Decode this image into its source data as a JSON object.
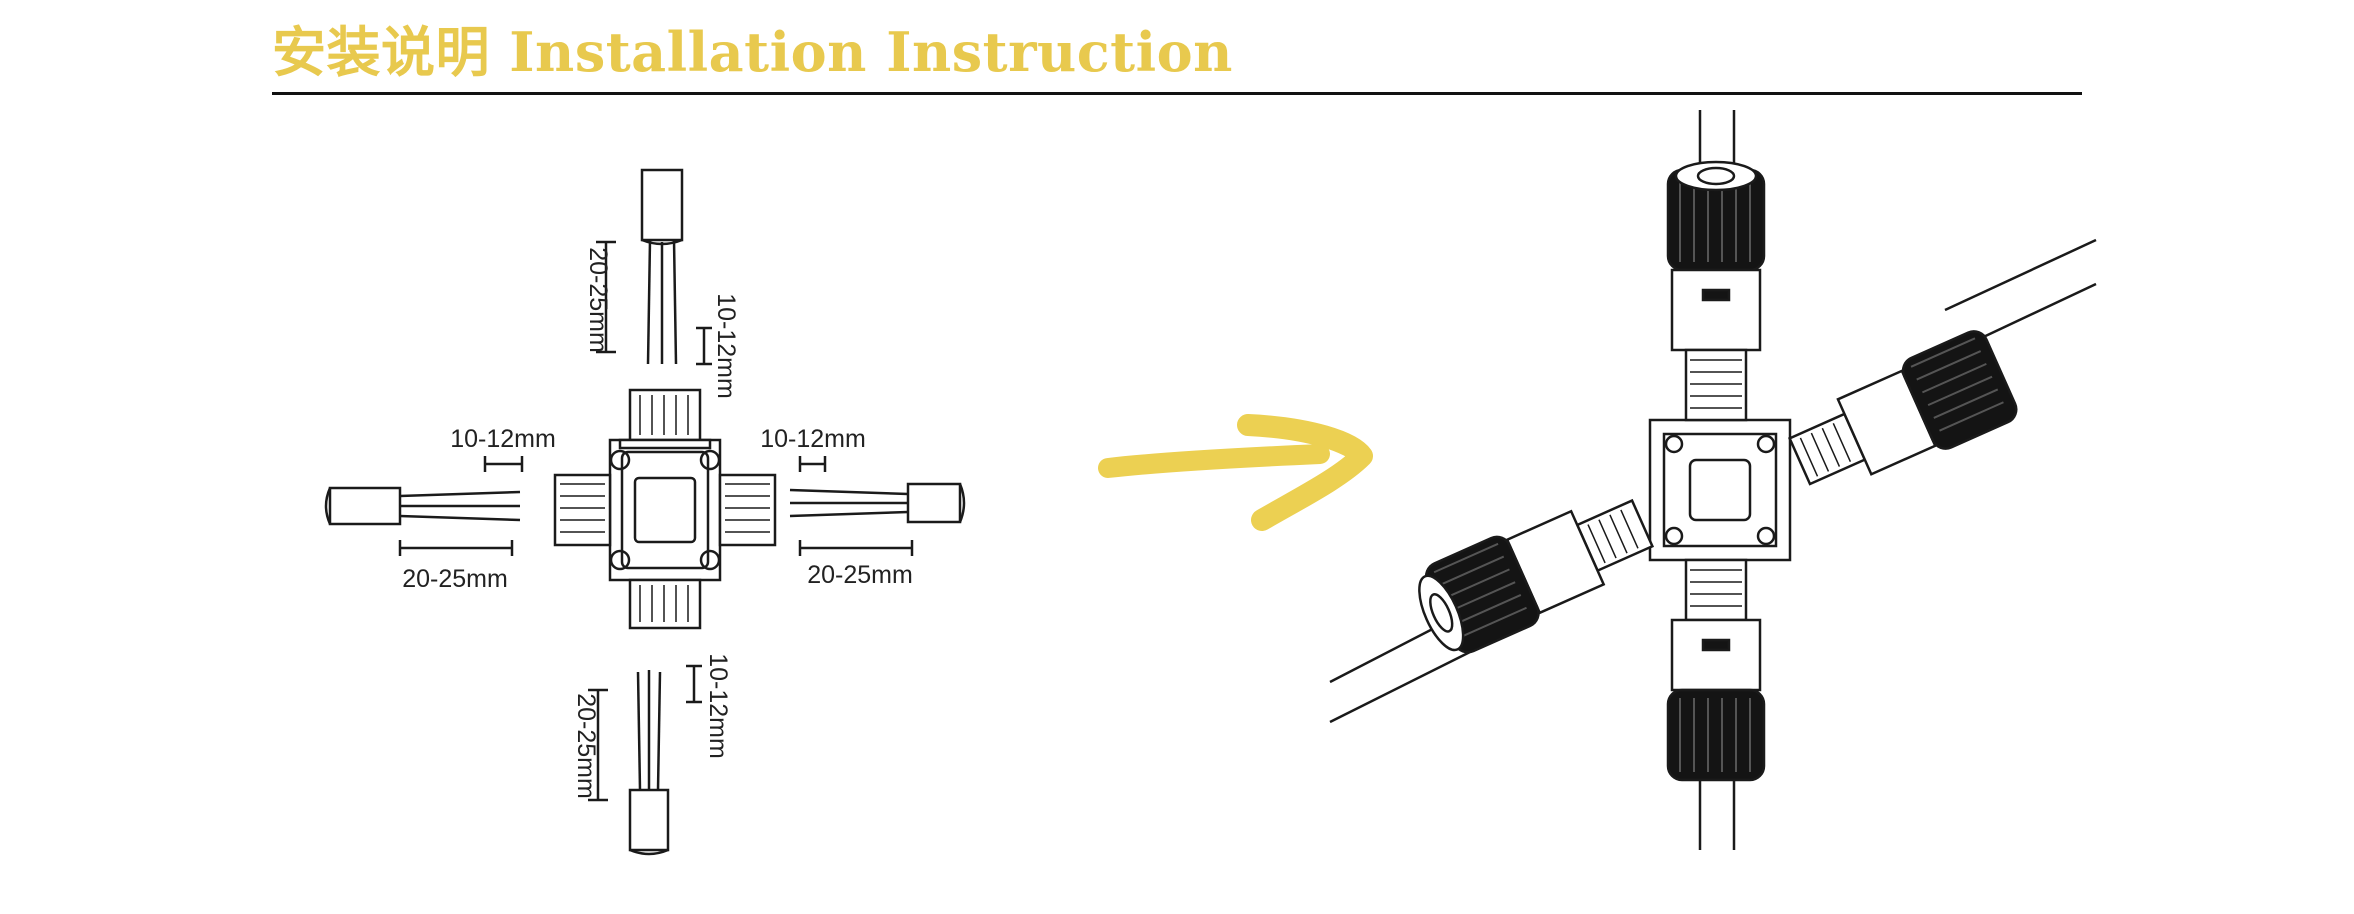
{
  "page": {
    "title": "安装说明 Installation Instruction"
  },
  "colors": {
    "title": "#e8c94e",
    "arrow": "#ecd052",
    "line": "#1a1a1a",
    "gland": "#141414"
  },
  "dimensions": {
    "top_strip": "20-25mm",
    "top_wire": "10-12mm",
    "left_wire": "10-12mm",
    "left_strip": "20-25mm",
    "right_wire": "10-12mm",
    "right_strip": "20-25mm",
    "bottom_wire": "10-12mm",
    "bottom_strip": "20-25mm"
  },
  "icons": {
    "arrow": "right-arrow-icon"
  }
}
